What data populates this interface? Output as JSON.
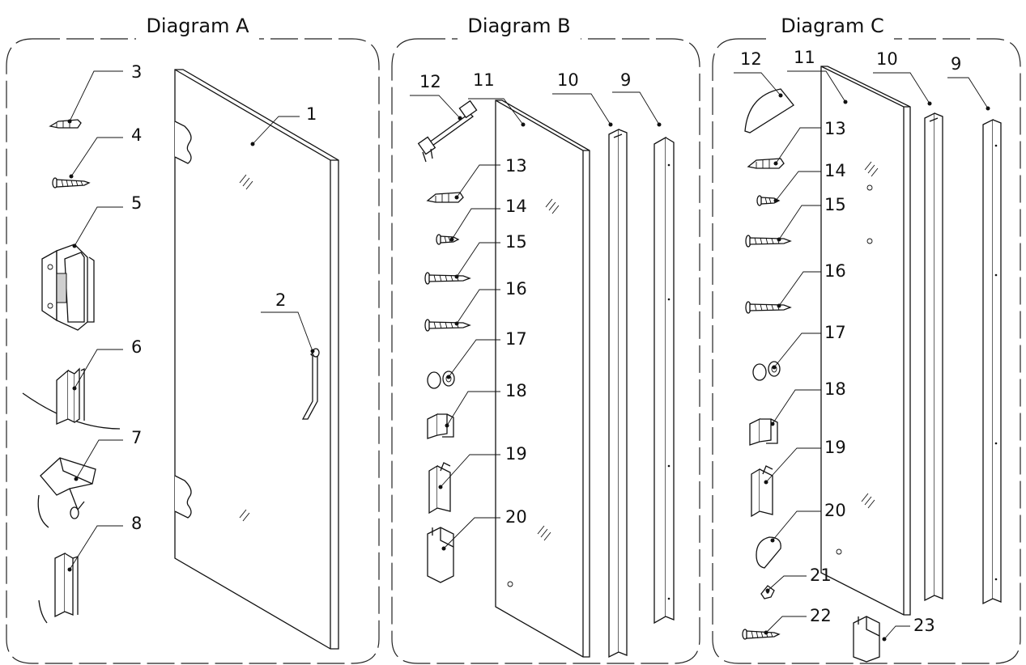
{
  "diagrams": [
    {
      "title": "Diagram A"
    },
    {
      "title": "Diagram B"
    },
    {
      "title": "Diagram C"
    }
  ],
  "callouts": {
    "A": [
      "1",
      "2",
      "3",
      "4",
      "5",
      "6",
      "7",
      "8"
    ],
    "B": [
      "9",
      "10",
      "11",
      "12",
      "13",
      "14",
      "15",
      "16",
      "17",
      "18",
      "19",
      "20"
    ],
    "C": [
      "9",
      "10",
      "11",
      "12",
      "13",
      "14",
      "15",
      "16",
      "17",
      "18",
      "19",
      "20",
      "21",
      "22",
      "23"
    ]
  }
}
